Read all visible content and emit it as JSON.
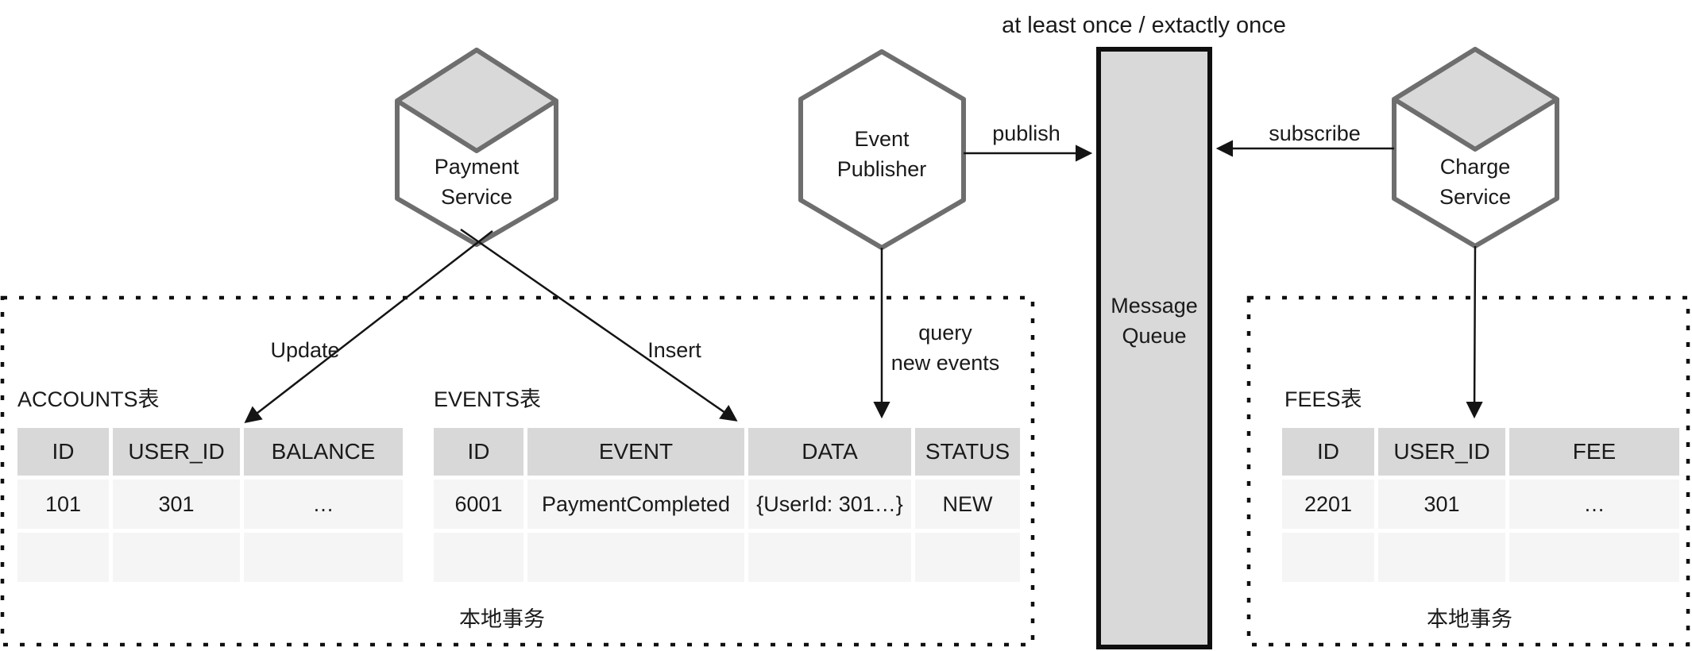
{
  "title": "at least once / extactly once",
  "nodes": {
    "payment_service": {
      "line1": "Payment",
      "line2": "Service"
    },
    "event_publisher": {
      "line1": "Event",
      "line2": "Publisher"
    },
    "charge_service": {
      "line1": "Charge",
      "line2": "Service"
    },
    "message_queue": {
      "line1": "Message",
      "line2": "Queue"
    }
  },
  "edges": {
    "update": "Update",
    "insert": "Insert",
    "publish": "publish",
    "subscribe": "subscribe",
    "query_line1": "query",
    "query_line2": "new events"
  },
  "groups": {
    "left_transaction": "本地事务",
    "right_transaction": "本地事务"
  },
  "tables": {
    "accounts": {
      "title": "ACCOUNTS表",
      "headers": [
        "ID",
        "USER_ID",
        "BALANCE"
      ],
      "rows": [
        [
          "101",
          "301",
          "…"
        ],
        [
          "",
          "",
          ""
        ]
      ]
    },
    "events": {
      "title": "EVENTS表",
      "headers": [
        "ID",
        "EVENT",
        "DATA",
        "STATUS"
      ],
      "rows": [
        [
          "6001",
          "PaymentCompleted",
          "{UserId: 301…}",
          "NEW"
        ],
        [
          "",
          "",
          "",
          ""
        ]
      ]
    },
    "fees": {
      "title": "FEES表",
      "headers": [
        "ID",
        "USER_ID",
        "FEE"
      ],
      "rows": [
        [
          "2201",
          "301",
          "…"
        ],
        [
          "",
          "",
          ""
        ]
      ]
    }
  },
  "colors": {
    "shape_fill": "#d9d9d9",
    "table_header_fill": "#d8d8d8",
    "table_row_fill": "#f5f5f5",
    "hexagon_stroke": "#6e6e6e",
    "line_color": "#141414"
  }
}
